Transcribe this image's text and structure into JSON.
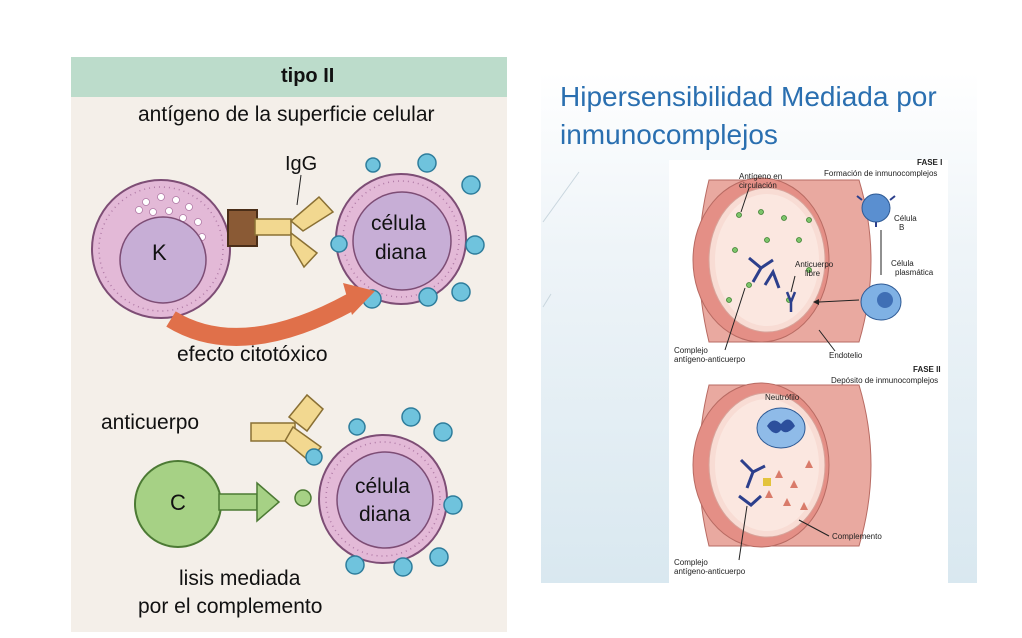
{
  "left_panel": {
    "title": "tipo II",
    "subtitle": "antígeno de la superficie celular",
    "igg_label": "IgG",
    "k_label": "K",
    "target_cell_1": [
      "célula",
      "diana"
    ],
    "cytotoxic_label": "efecto citotóxico",
    "antibody_label": "anticuerpo",
    "c_label": "C",
    "target_cell_2": [
      "célula",
      "diana"
    ],
    "lysis_label": [
      "lisis mediada",
      "por el complemento"
    ]
  },
  "right_panel": {
    "title_lines": [
      "Hipersensibilidad Mediada por",
      "inmunocomplejos"
    ],
    "phase1": {
      "phase": "FASE I",
      "desc": "Formación de inmunocomplejos",
      "antigen": [
        "Antígeno en",
        "circulación"
      ],
      "b_cell": [
        "Célula",
        "B"
      ],
      "plasma_cell": [
        "Célula",
        "plasmática"
      ],
      "free_antibody": [
        "Anticuerpo",
        "libre"
      ],
      "complex": [
        "Complejo",
        "antígeno-anticuerpo"
      ],
      "endothelium": "Endotelio"
    },
    "phase2": {
      "phase": "FASE II",
      "desc": "Depósito de inmunocomplejos",
      "neutrophil": "Neutrófilo",
      "complement": "Complemento",
      "complex": [
        "Complejo",
        "antígeno-anticuerpo"
      ]
    }
  },
  "colors": {
    "header_green": "#bcdccb",
    "cell_pink": "#e3b9d7",
    "nucleus_purple": "#c7aed6",
    "antigen_blue": "#6fc3dd",
    "antibody_yellow": "#f2d890",
    "arrow_orange": "#e0704a",
    "complement_green": "#a6d185",
    "title_blue": "#2a6fb0"
  }
}
